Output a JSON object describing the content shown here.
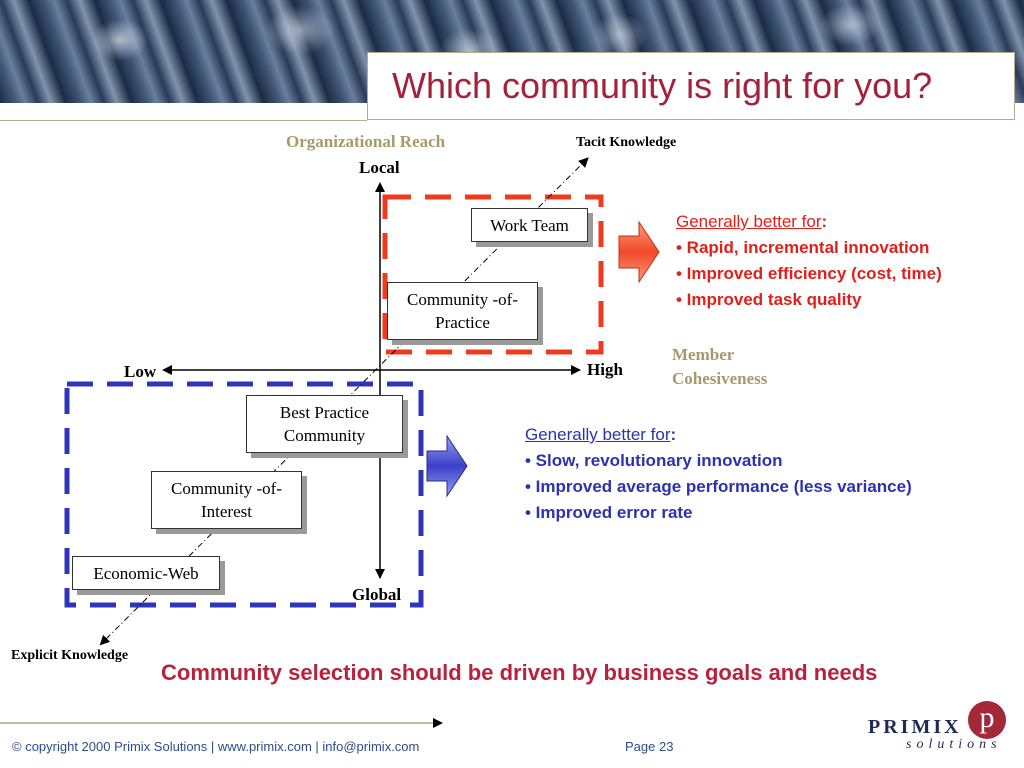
{
  "slide": {
    "title": "Which community is right for you?"
  },
  "axes": {
    "vertical_title": "Organizational Reach",
    "top": "Local",
    "bottom": "Global",
    "left": "Low",
    "right": "High",
    "cohesiveness_line1": "Member",
    "cohesiveness_line2": "Cohesiveness",
    "tacit": "Tacit Knowledge",
    "explicit": "Explicit Knowledge"
  },
  "boxes": {
    "work_team": "Work Team",
    "cop_line1": "Community -of-",
    "cop_line2": "Practice",
    "bpc_line1": "Best Practice",
    "bpc_line2": "Community",
    "coi_line1": "Community -of-",
    "coi_line2": "Interest",
    "econ": "Economic-Web"
  },
  "local_panel": {
    "heading": "Generally better for",
    "colon": ":",
    "items": [
      "• Rapid, incremental innovation",
      "• Improved efficiency (cost, time)",
      "• Improved task quality"
    ]
  },
  "global_panel": {
    "heading": "Generally better for",
    "colon": ":",
    "items": [
      "• Slow, revolutionary innovation",
      "• Improved average performance (less variance)",
      "• Improved error rate"
    ]
  },
  "tagline": "Community selection should be driven by business goals and needs",
  "footer": {
    "copyright": "© copyright 2000 Primix Solutions |  www.primix.com | info@primix.com",
    "page": "Page 23"
  },
  "logo": {
    "name": "PRIMIX",
    "sub": "solutions",
    "mark": "p"
  },
  "colors": {
    "title": "#a3213a",
    "local": "#e0211b",
    "global": "#2d32b0",
    "axis_label": "#a59a6c"
  }
}
